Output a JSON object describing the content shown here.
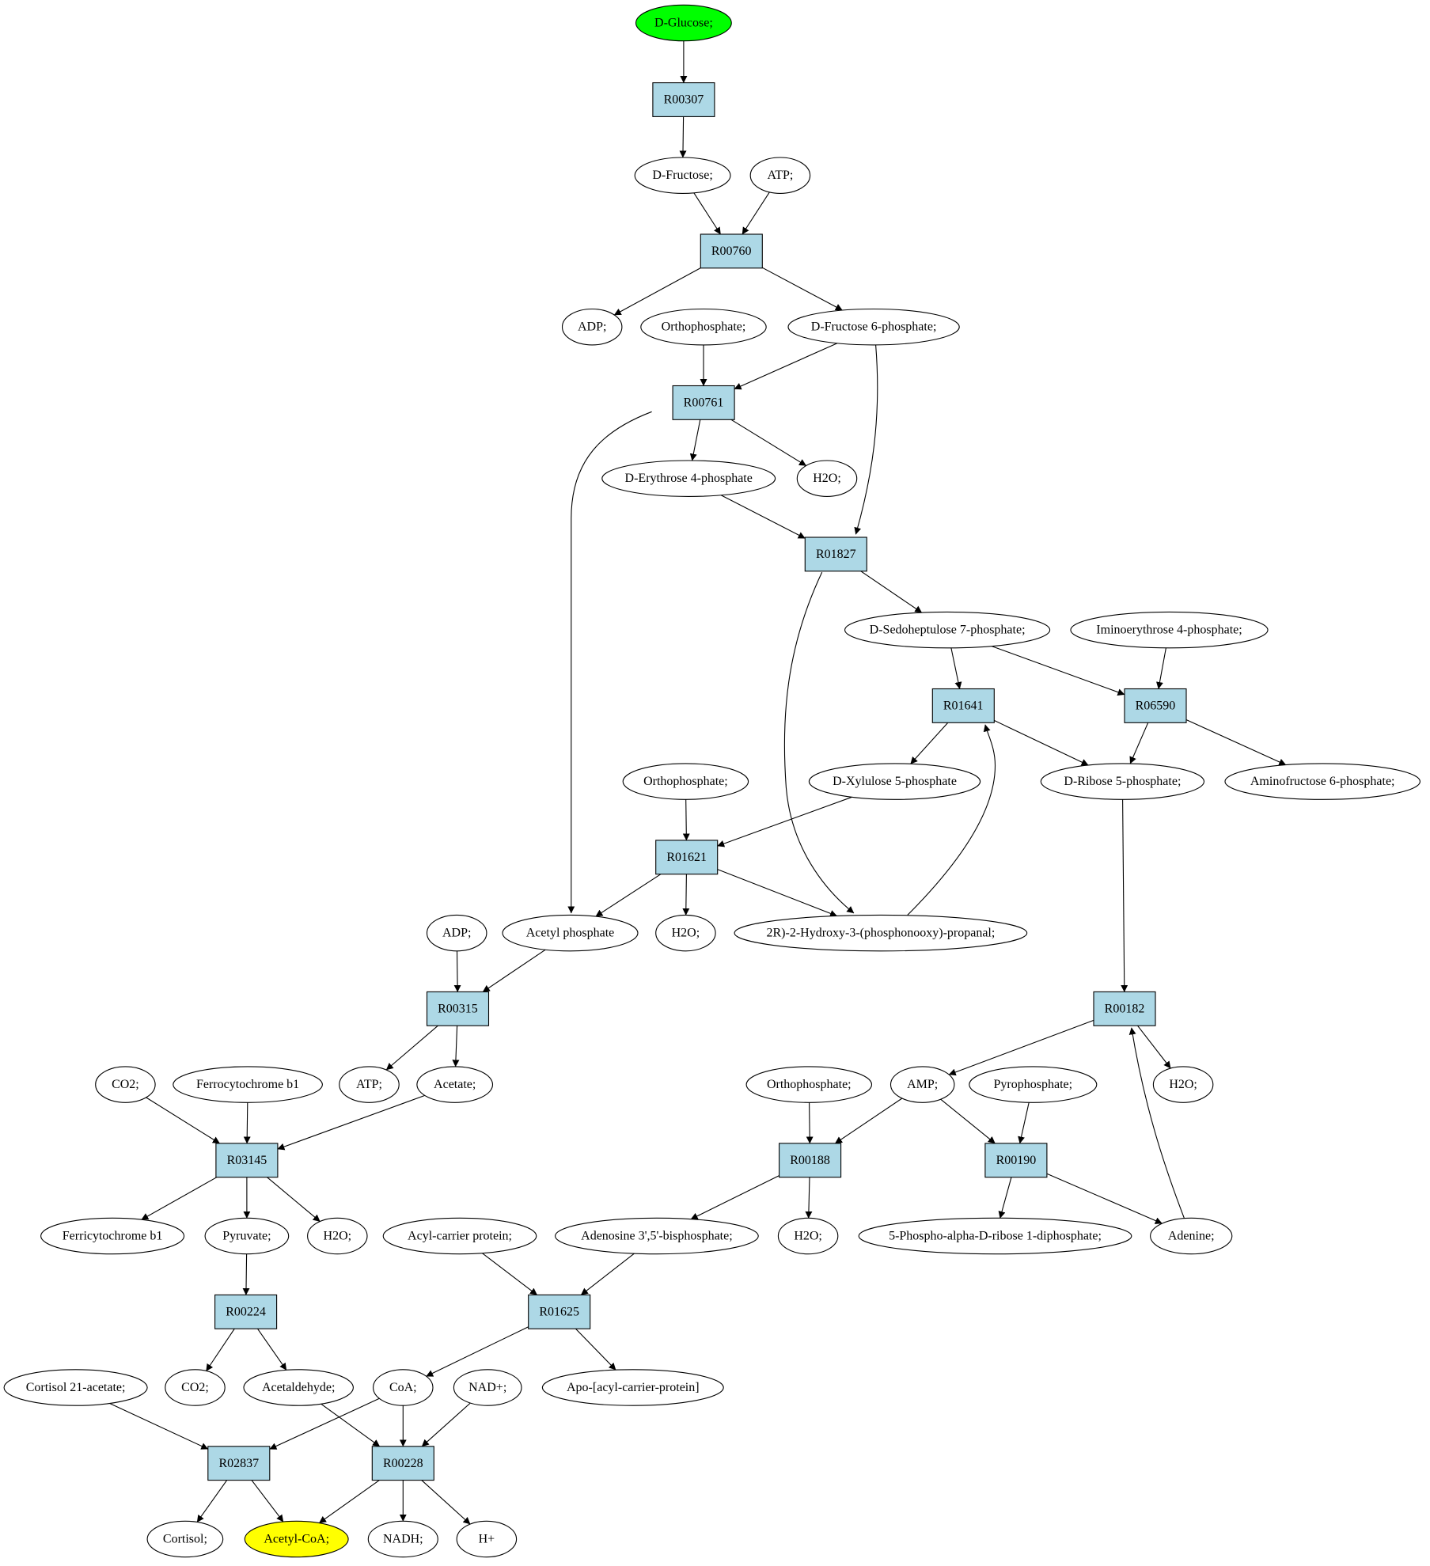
{
  "colors": {
    "reaction_fill": "#add8e6",
    "metabolite_fill": "#ffffff",
    "source_fill": "#00ff00",
    "target_fill": "#ffff00",
    "stroke": "#000000"
  },
  "nodes": [
    {
      "id": "glucose",
      "kind": "metabolite",
      "role": "source",
      "label": "D-Glucose;"
    },
    {
      "id": "R00307",
      "kind": "reaction",
      "label": "R00307"
    },
    {
      "id": "fructose",
      "kind": "metabolite",
      "label": "D-Fructose;"
    },
    {
      "id": "atp1",
      "kind": "metabolite",
      "label": "ATP;"
    },
    {
      "id": "R00760",
      "kind": "reaction",
      "label": "R00760"
    },
    {
      "id": "adp1",
      "kind": "metabolite",
      "label": "ADP;"
    },
    {
      "id": "ortho1",
      "kind": "metabolite",
      "label": "Orthophosphate;"
    },
    {
      "id": "f6p",
      "kind": "metabolite",
      "label": "D-Fructose 6-phosphate;"
    },
    {
      "id": "R00761",
      "kind": "reaction",
      "label": "R00761"
    },
    {
      "id": "e4p",
      "kind": "metabolite",
      "label": "D-Erythrose 4-phosphate"
    },
    {
      "id": "h2o1",
      "kind": "metabolite",
      "label": "H2O;"
    },
    {
      "id": "R01827",
      "kind": "reaction",
      "label": "R01827"
    },
    {
      "id": "s7p",
      "kind": "metabolite",
      "label": "D-Sedoheptulose 7-phosphate;"
    },
    {
      "id": "imino",
      "kind": "metabolite",
      "label": "Iminoerythrose 4-phosphate;"
    },
    {
      "id": "R01641",
      "kind": "reaction",
      "label": "R01641"
    },
    {
      "id": "R06590",
      "kind": "reaction",
      "label": "R06590"
    },
    {
      "id": "ortho2",
      "kind": "metabolite",
      "label": "Orthophosphate;"
    },
    {
      "id": "x5p",
      "kind": "metabolite",
      "label": "D-Xylulose 5-phosphate"
    },
    {
      "id": "r5p",
      "kind": "metabolite",
      "label": "D-Ribose 5-phosphate;"
    },
    {
      "id": "amino",
      "kind": "metabolite",
      "label": "Aminofructose 6-phosphate;"
    },
    {
      "id": "R01621",
      "kind": "reaction",
      "label": "R01621"
    },
    {
      "id": "adp2",
      "kind": "metabolite",
      "label": "ADP;"
    },
    {
      "id": "acetylp",
      "kind": "metabolite",
      "label": "Acetyl phosphate"
    },
    {
      "id": "h2o2",
      "kind": "metabolite",
      "label": "H2O;"
    },
    {
      "id": "g3p",
      "kind": "metabolite",
      "label": "2R)-2-Hydroxy-3-(phosphonooxy)-propanal;"
    },
    {
      "id": "R00315",
      "kind": "reaction",
      "label": "R00315"
    },
    {
      "id": "R00182",
      "kind": "reaction",
      "label": "R00182"
    },
    {
      "id": "co2a",
      "kind": "metabolite",
      "label": "CO2;"
    },
    {
      "id": "ferro",
      "kind": "metabolite",
      "label": "Ferrocytochrome b1"
    },
    {
      "id": "atp2",
      "kind": "metabolite",
      "label": "ATP;"
    },
    {
      "id": "acetate",
      "kind": "metabolite",
      "label": "Acetate;"
    },
    {
      "id": "ortho3",
      "kind": "metabolite",
      "label": "Orthophosphate;"
    },
    {
      "id": "amp",
      "kind": "metabolite",
      "label": "AMP;"
    },
    {
      "id": "ppi",
      "kind": "metabolite",
      "label": "Pyrophosphate;"
    },
    {
      "id": "h2o3",
      "kind": "metabolite",
      "label": "H2O;"
    },
    {
      "id": "R03145",
      "kind": "reaction",
      "label": "R03145"
    },
    {
      "id": "R00188",
      "kind": "reaction",
      "label": "R00188"
    },
    {
      "id": "R00190",
      "kind": "reaction",
      "label": "R00190"
    },
    {
      "id": "ferri",
      "kind": "metabolite",
      "label": "Ferricytochrome b1"
    },
    {
      "id": "pyruvate",
      "kind": "metabolite",
      "label": "Pyruvate;"
    },
    {
      "id": "h2o4",
      "kind": "metabolite",
      "label": "H2O;"
    },
    {
      "id": "acp",
      "kind": "metabolite",
      "label": "Acyl-carrier protein;"
    },
    {
      "id": "pap",
      "kind": "metabolite",
      "label": "Adenosine 3',5'-bisphosphate;"
    },
    {
      "id": "h2o5",
      "kind": "metabolite",
      "label": "H2O;"
    },
    {
      "id": "prpp",
      "kind": "metabolite",
      "label": "5-Phospho-alpha-D-ribose 1-diphosphate;"
    },
    {
      "id": "adenine",
      "kind": "metabolite",
      "label": "Adenine;"
    },
    {
      "id": "R00224",
      "kind": "reaction",
      "label": "R00224"
    },
    {
      "id": "R01625",
      "kind": "reaction",
      "label": "R01625"
    },
    {
      "id": "cortac",
      "kind": "metabolite",
      "label": "Cortisol 21-acetate;"
    },
    {
      "id": "co2b",
      "kind": "metabolite",
      "label": "CO2;"
    },
    {
      "id": "acetald",
      "kind": "metabolite",
      "label": "Acetaldehyde;"
    },
    {
      "id": "coa",
      "kind": "metabolite",
      "label": "CoA;"
    },
    {
      "id": "nad",
      "kind": "metabolite",
      "label": "NAD+;"
    },
    {
      "id": "apoacp",
      "kind": "metabolite",
      "label": "Apo-[acyl-carrier-protein]"
    },
    {
      "id": "R02837",
      "kind": "reaction",
      "label": "R02837"
    },
    {
      "id": "R00228",
      "kind": "reaction",
      "label": "R00228"
    },
    {
      "id": "cortisol",
      "kind": "metabolite",
      "label": "Cortisol;"
    },
    {
      "id": "acetylcoa",
      "kind": "metabolite",
      "role": "target",
      "label": "Acetyl-CoA;"
    },
    {
      "id": "nadh",
      "kind": "metabolite",
      "label": "NADH;"
    },
    {
      "id": "hplus",
      "kind": "metabolite",
      "label": "H+"
    }
  ],
  "edges": [
    {
      "from": "glucose",
      "to": "R00307"
    },
    {
      "from": "R00307",
      "to": "fructose"
    },
    {
      "from": "fructose",
      "to": "R00760"
    },
    {
      "from": "atp1",
      "to": "R00760"
    },
    {
      "from": "R00760",
      "to": "adp1"
    },
    {
      "from": "R00760",
      "to": "f6p"
    },
    {
      "from": "ortho1",
      "to": "R00761"
    },
    {
      "from": "f6p",
      "to": "R00761"
    },
    {
      "from": "f6p",
      "to": "R01827"
    },
    {
      "from": "R00761",
      "to": "e4p"
    },
    {
      "from": "R00761",
      "to": "h2o1"
    },
    {
      "from": "R00761",
      "to": "acetylp"
    },
    {
      "from": "e4p",
      "to": "R01827"
    },
    {
      "from": "R01827",
      "to": "s7p"
    },
    {
      "from": "R01827",
      "to": "g3p"
    },
    {
      "from": "s7p",
      "to": "R01641"
    },
    {
      "from": "s7p",
      "to": "R06590"
    },
    {
      "from": "imino",
      "to": "R06590"
    },
    {
      "from": "R01641",
      "to": "x5p"
    },
    {
      "from": "R01641",
      "to": "r5p"
    },
    {
      "from": "g3p",
      "to": "R01641"
    },
    {
      "from": "R06590",
      "to": "r5p"
    },
    {
      "from": "R06590",
      "to": "amino"
    },
    {
      "from": "ortho2",
      "to": "R01621"
    },
    {
      "from": "x5p",
      "to": "R01621"
    },
    {
      "from": "R01621",
      "to": "acetylp"
    },
    {
      "from": "R01621",
      "to": "h2o2"
    },
    {
      "from": "R01621",
      "to": "g3p"
    },
    {
      "from": "r5p",
      "to": "R00182"
    },
    {
      "from": "adp2",
      "to": "R00315"
    },
    {
      "from": "acetylp",
      "to": "R00315"
    },
    {
      "from": "R00315",
      "to": "atp2"
    },
    {
      "from": "R00315",
      "to": "acetate"
    },
    {
      "from": "R00182",
      "to": "amp"
    },
    {
      "from": "R00182",
      "to": "h2o3"
    },
    {
      "from": "adenine",
      "to": "R00182"
    },
    {
      "from": "co2a",
      "to": "R03145"
    },
    {
      "from": "ferro",
      "to": "R03145"
    },
    {
      "from": "acetate",
      "to": "R03145"
    },
    {
      "from": "ortho3",
      "to": "R00188"
    },
    {
      "from": "amp",
      "to": "R00188"
    },
    {
      "from": "amp",
      "to": "R00190"
    },
    {
      "from": "ppi",
      "to": "R00190"
    },
    {
      "from": "R03145",
      "to": "ferri"
    },
    {
      "from": "R03145",
      "to": "pyruvate"
    },
    {
      "from": "R03145",
      "to": "h2o4"
    },
    {
      "from": "R00188",
      "to": "pap"
    },
    {
      "from": "R00188",
      "to": "h2o5"
    },
    {
      "from": "R00190",
      "to": "prpp"
    },
    {
      "from": "R00190",
      "to": "adenine"
    },
    {
      "from": "pyruvate",
      "to": "R00224"
    },
    {
      "from": "acp",
      "to": "R01625"
    },
    {
      "from": "pap",
      "to": "R01625"
    },
    {
      "from": "R00224",
      "to": "co2b"
    },
    {
      "from": "R00224",
      "to": "acetald"
    },
    {
      "from": "R01625",
      "to": "coa"
    },
    {
      "from": "R01625",
      "to": "apoacp"
    },
    {
      "from": "cortac",
      "to": "R02837"
    },
    {
      "from": "coa",
      "to": "R02837"
    },
    {
      "from": "coa",
      "to": "R00228"
    },
    {
      "from": "acetald",
      "to": "R00228"
    },
    {
      "from": "nad",
      "to": "R00228"
    },
    {
      "from": "R02837",
      "to": "cortisol"
    },
    {
      "from": "R02837",
      "to": "acetylcoa"
    },
    {
      "from": "R00228",
      "to": "acetylcoa"
    },
    {
      "from": "R00228",
      "to": "nadh"
    },
    {
      "from": "R00228",
      "to": "hplus"
    }
  ]
}
